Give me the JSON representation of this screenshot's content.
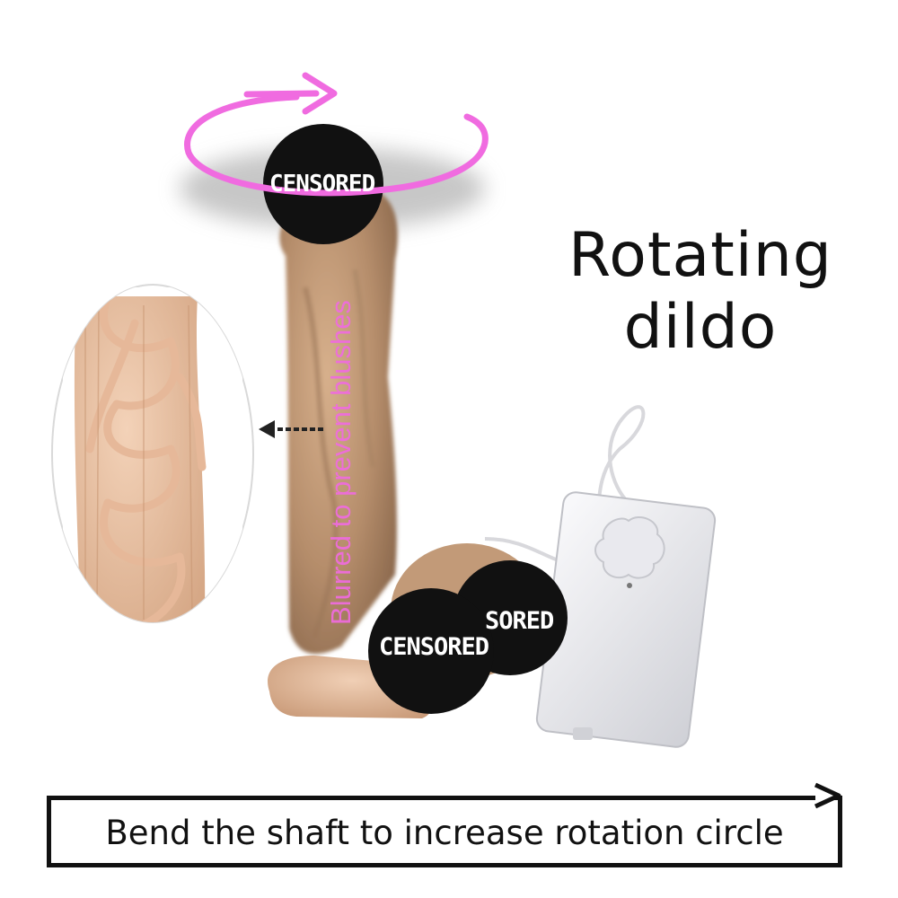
{
  "heading": {
    "line1": "Rotating",
    "line2": "dildo"
  },
  "vertical_caption": "Blurred to prevent blushes",
  "censor_labels": {
    "top": "CENSORED",
    "lower_left": "CENSORED",
    "lower_right": "SORED"
  },
  "banner": {
    "text": "Bend the shaft to increase rotation circle"
  },
  "colors": {
    "rotation_arrow": "#f06be0",
    "caption": "#f06be0",
    "censor_disc": "#111111",
    "skin_tone": "#c7a07f",
    "remote_body": "#e8e8ec",
    "text": "#111111"
  },
  "icons": {
    "rotation": "rotation-arrow-icon",
    "zoom_pointer": "left-pointer-arrow-icon",
    "banner_arrow": "right-arrow-icon"
  }
}
